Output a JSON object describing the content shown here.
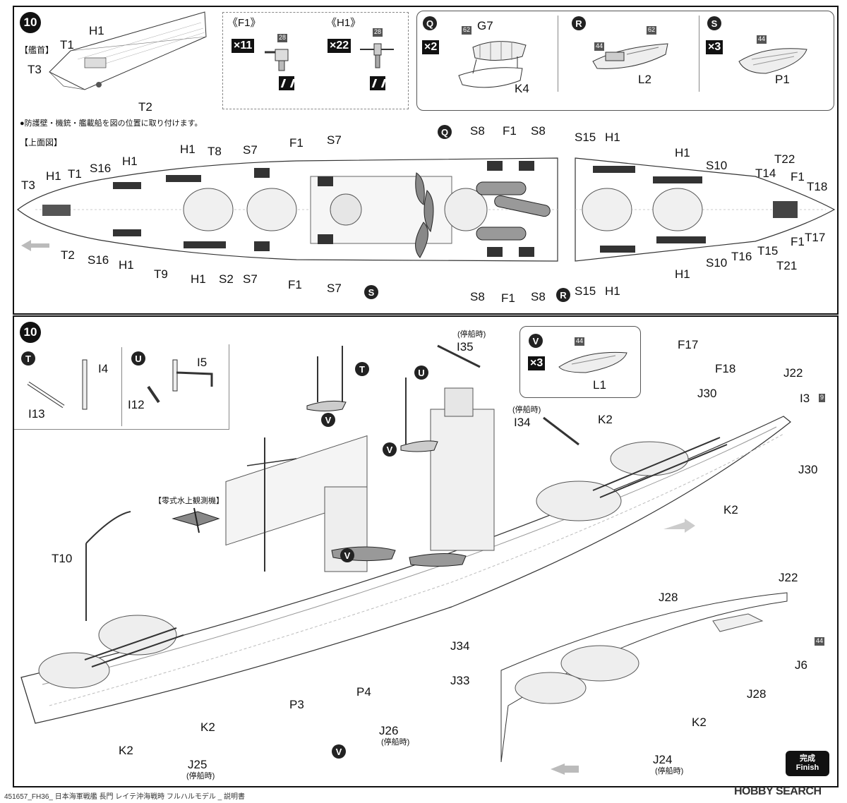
{
  "top": {
    "step": "10",
    "bow_title": "【艦首】",
    "note": "●防護壁・機銃・艦載船を図の位置に取り付けます。",
    "plan_title": "【上面図】",
    "bow_labels": [
      "H1",
      "T1",
      "T3",
      "T2"
    ],
    "f1": {
      "title": "《F1》",
      "count": "×11",
      "sprue": "28"
    },
    "h1": {
      "title": "《H1》",
      "count": "×22",
      "sprue": "28"
    },
    "q": {
      "letter": "Q",
      "count": "×2",
      "part_top": "G7",
      "sprue_top": "62",
      "part": "K4"
    },
    "r": {
      "letter": "R",
      "sprue1": "44",
      "sprue2": "62",
      "part": "L2"
    },
    "s": {
      "letter": "S",
      "count": "×3",
      "sprue": "44",
      "part": "P1"
    },
    "plan_labels": {
      "t3": "T3",
      "h1a": "H1",
      "t1": "T1",
      "s16a": "S16",
      "h1b": "H1",
      "h1c": "H1",
      "t8": "T8",
      "s7a": "S7",
      "f1a": "F1",
      "s7b": "S7",
      "q": "Q",
      "s8a": "S8",
      "f1b": "F1",
      "s8b": "S8",
      "s15a": "S15",
      "h1d": "H1",
      "h1e": "H1",
      "s10a": "S10",
      "t22": "T22",
      "t14": "T14",
      "f1c": "F1",
      "t18": "T18",
      "t2": "T2",
      "s16b": "S16",
      "h1f": "H1",
      "t9": "T9",
      "h1g": "H1",
      "s2": "S2",
      "s7c": "S7",
      "f1d": "F1",
      "s7d": "S7",
      "s": "S",
      "s8c": "S8",
      "f1e": "F1",
      "s8d": "S8",
      "r": "R",
      "s15b": "S15",
      "h1h": "H1",
      "h1i": "H1",
      "s10b": "S10",
      "t16": "T16",
      "t15": "T15",
      "f1f": "F1",
      "t17": "T17",
      "t21": "T21"
    }
  },
  "bottom": {
    "step": "10",
    "t": {
      "letter": "T",
      "i4": "I4",
      "i13": "I13"
    },
    "u": {
      "letter": "U",
      "i5": "I5",
      "i12": "I12"
    },
    "v": {
      "letter": "V",
      "count": "×3",
      "sprue": "44",
      "part": "L1"
    },
    "anchored1": "(停船時)",
    "i35": "I35",
    "anchored2": "(停船時)",
    "i34": "I34",
    "plane_title": "【零式水上観測機】",
    "labels": {
      "t10": "T10",
      "k2a": "K2",
      "f17": "F17",
      "f18": "F18",
      "j22a": "J22",
      "j30a": "J30",
      "i3": "I3",
      "i3s": "9",
      "j30b": "J30",
      "k2b": "K2",
      "j22b": "J22",
      "j28a": "J28",
      "j34": "J34",
      "j33": "J33",
      "p3": "P3",
      "p4": "P4",
      "j26": "J26",
      "j26s": "(停船時)",
      "k2c": "K2",
      "k2d": "K2",
      "j25": "J25",
      "j25s": "(停船時)",
      "j6": "J6",
      "j6s": "44",
      "j28b": "J28",
      "k2e": "K2",
      "j24": "J24",
      "j24s": "(停船時)"
    },
    "finish_ja": "完成",
    "finish_en": "Finish"
  },
  "footer": "451657_FH36_ 日本海軍戦艦 長門 レイテ沖海戦時 フルハルモデル _ 説明書",
  "brand": "HOBBY SEARCH"
}
